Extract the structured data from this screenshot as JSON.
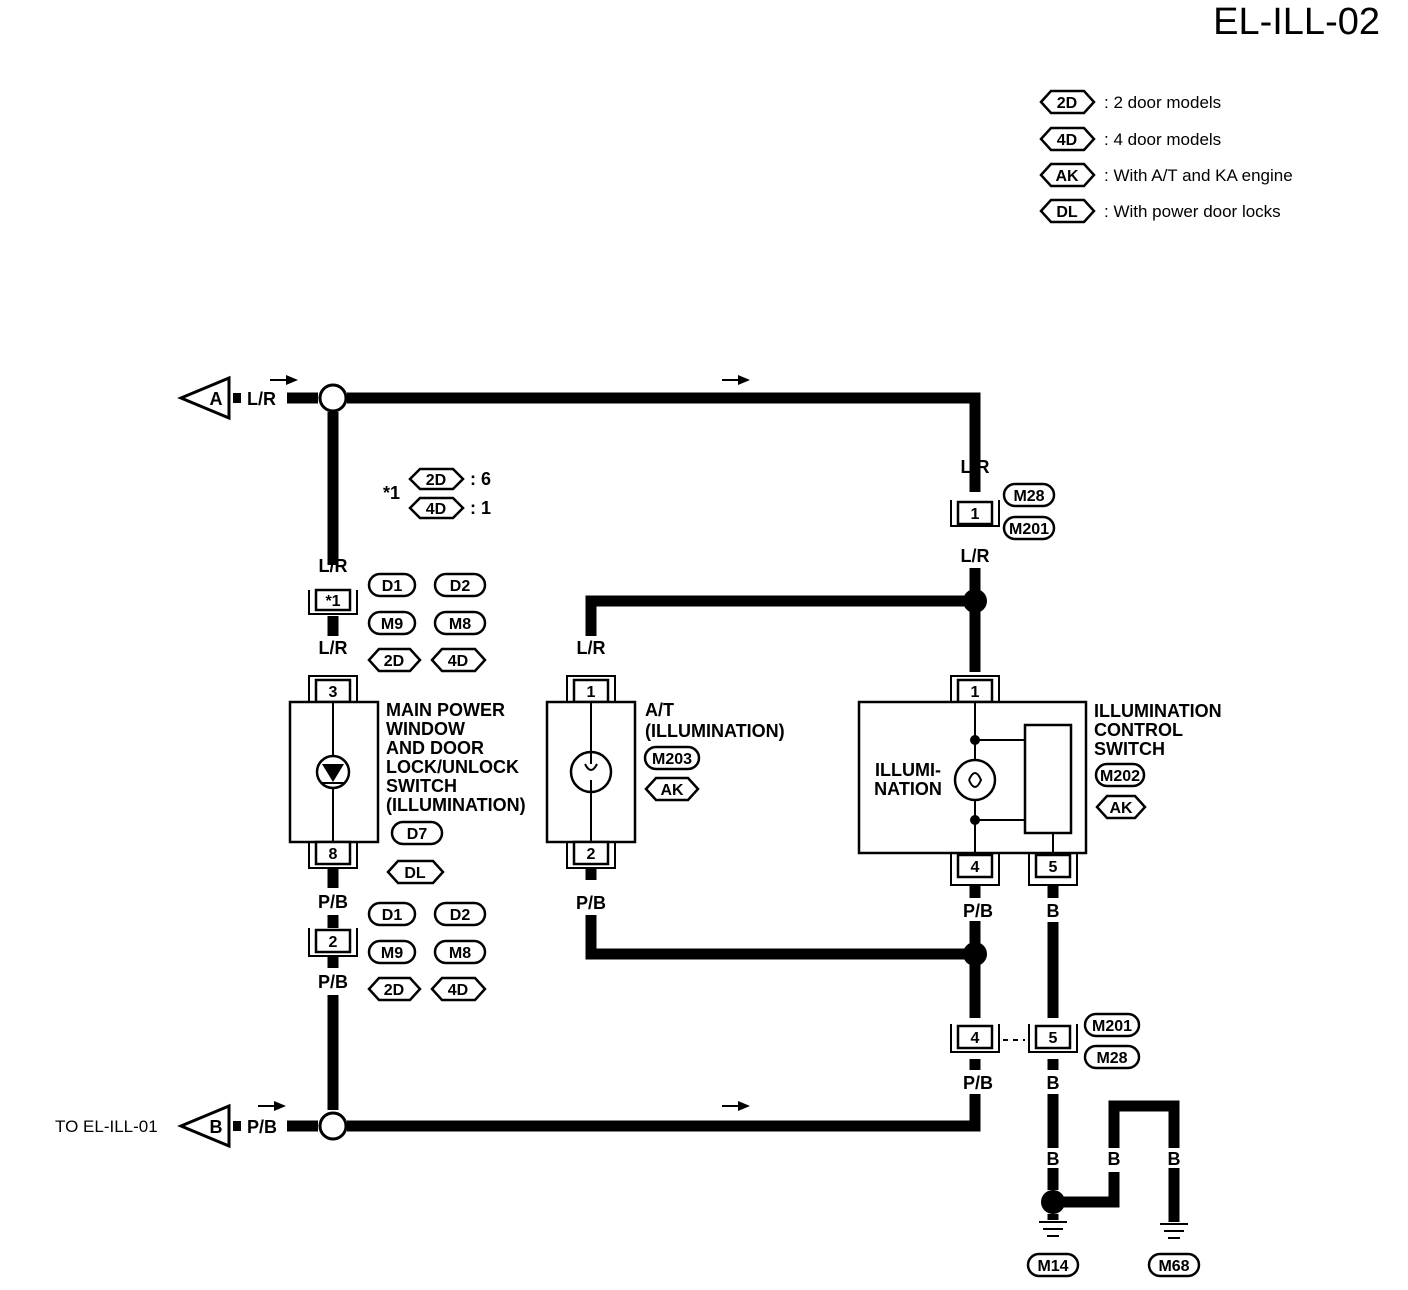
{
  "page_title": "EL-ILL-02",
  "legend": [
    {
      "tag": "2D",
      "text": ": 2 door models"
    },
    {
      "tag": "4D",
      "text": ": 4 door models"
    },
    {
      "tag": "AK",
      "text": ": With A/T and KA engine"
    },
    {
      "tag": "DL",
      "text": ": With power door locks"
    }
  ],
  "note": {
    "mark": "*1",
    "rows": [
      {
        "tag": "2D",
        "value": ": 6"
      },
      {
        "tag": "4D",
        "value": ": 1"
      }
    ]
  },
  "connectors": {
    "a": "A",
    "b": "B",
    "to_label": "TO EL-ILL-01"
  },
  "wires": {
    "lr": "L/R",
    "pb": "P/B",
    "b": "B"
  },
  "pins": {
    "p1": "1",
    "p2": "2",
    "p3": "3",
    "p4": "4",
    "p5": "5",
    "p8": "8",
    "star1": "*1"
  },
  "components": {
    "main_switch": [
      "MAIN POWER",
      "WINDOW",
      "AND DOOR",
      "LOCK/UNLOCK",
      "SWITCH",
      "(ILLUMINATION)"
    ],
    "at": [
      "A/T",
      "(ILLUMINATION)"
    ],
    "illum_switch": [
      "ILLUMINATION",
      "CONTROL",
      "SWITCH"
    ],
    "illum_inner": [
      "ILLUMI-",
      "NATION"
    ]
  },
  "tags": {
    "D1": "D1",
    "D2": "D2",
    "M9": "M9",
    "M8": "M8",
    "D7": "D7",
    "2D": "2D",
    "4D": "4D",
    "DL": "DL",
    "AK": "AK",
    "M28": "M28",
    "M201": "M201",
    "M202": "M202",
    "M203": "M203",
    "M14": "M14",
    "M68": "M68"
  }
}
